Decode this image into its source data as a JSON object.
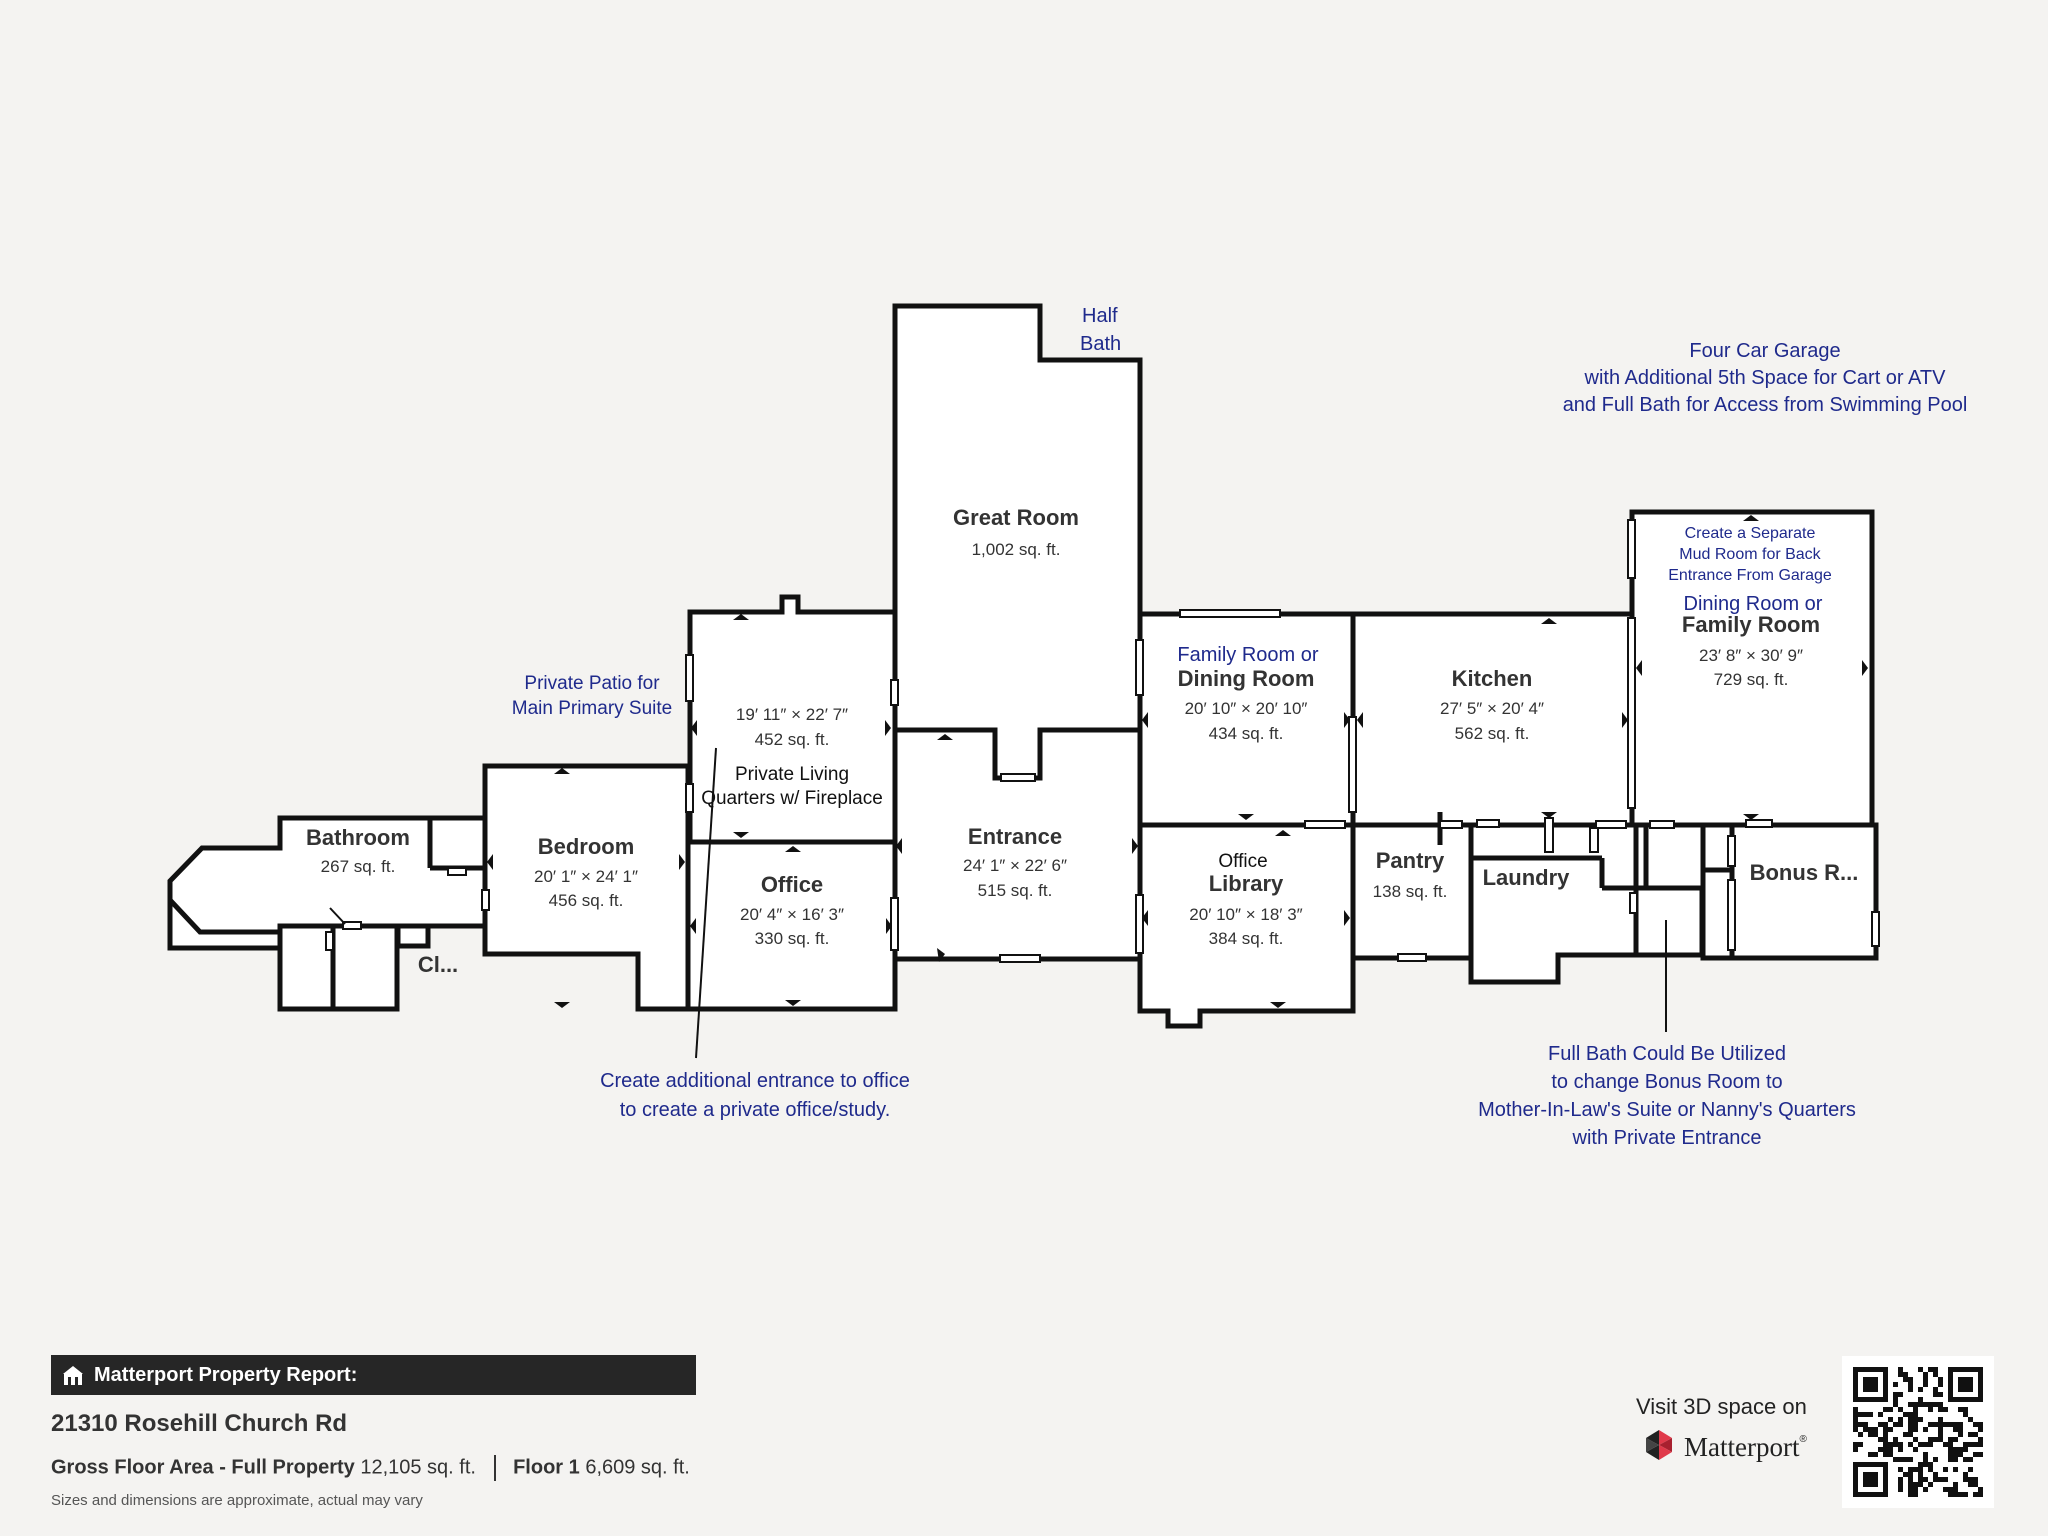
{
  "rooms": {
    "great_room": {
      "name": "Great Room",
      "area": "1,002 sq. ft."
    },
    "half_bath": {
      "line1": "Half",
      "line2": "Bath"
    },
    "private_living": {
      "dims": "19′ 11″ × 22′ 7″",
      "area": "452 sq. ft.",
      "label1": "Private Living",
      "label2": "Quarters w/ Fireplace"
    },
    "bathroom": {
      "name": "Bathroom",
      "area": "267 sq. ft."
    },
    "bedroom": {
      "name": "Bedroom",
      "dims": "20′ 1″ × 24′ 1″",
      "area": "456 sq. ft."
    },
    "closet": {
      "name": "Cl..."
    },
    "office": {
      "name": "Office",
      "dims": "20′ 4″ × 16′ 3″",
      "area": "330 sq. ft."
    },
    "entrance": {
      "name": "Entrance",
      "dims": "24′ 1″ × 22′ 6″",
      "area": "515 sq. ft."
    },
    "family_dining": {
      "note": "Family Room or",
      "name": "Dining Room",
      "dims": "20′ 10″ × 20′ 10″",
      "area": "434 sq. ft."
    },
    "office_library": {
      "line1": "Office",
      "line2": "Library",
      "dims": "20′ 10″ × 18′ 3″",
      "area": "384 sq. ft."
    },
    "kitchen": {
      "name": "Kitchen",
      "dims": "27′ 5″ × 20′ 4″",
      "area": "562 sq. ft."
    },
    "pantry": {
      "name": "Pantry",
      "area": "138 sq. ft."
    },
    "laundry": {
      "name": "Laundry"
    },
    "dining_family": {
      "note1": "Create a Separate",
      "note2": "Mud Room for Back",
      "note3": "Entrance From Garage",
      "note4": "Dining Room or",
      "name": "Family Room",
      "dims": "23′ 8″ × 30′ 9″",
      "area": "729 sq. ft."
    },
    "bonus": {
      "name": "Bonus R..."
    }
  },
  "annotations": {
    "garage": [
      "Four Car Garage",
      "with Additional 5th Space for Cart or ATV",
      "and Full Bath for Access from Swimming Pool"
    ],
    "patio": [
      "Private Patio for",
      "Main Primary Suite"
    ],
    "office_entrance": [
      "Create additional entrance to office",
      "to create a private office/study."
    ],
    "full_bath": [
      "Full Bath Could Be Utilized",
      "to change Bonus Room to",
      "Mother-In-Law's Suite or Nanny's Quarters",
      "with Private Entrance"
    ]
  },
  "report": {
    "title": "Matterport Property Report:",
    "address": "21310 Rosehill Church Rd",
    "gross_label": "Gross Floor Area - Full Property",
    "gross_value": "12,105 sq. ft.",
    "floor_label": "Floor 1",
    "floor_value": "6,609 sq. ft.",
    "disclaimer": "Sizes and dimensions are approximate, actual may vary",
    "visit": "Visit 3D space on",
    "brand": "Matterport",
    "brand_mark": "®"
  },
  "colors": {
    "annotation": "#1f2a8c",
    "wall": "#111111",
    "background": "#f4f3f1"
  },
  "icons": [
    "building-icon",
    "matterport-logo-icon",
    "qr-code"
  ]
}
